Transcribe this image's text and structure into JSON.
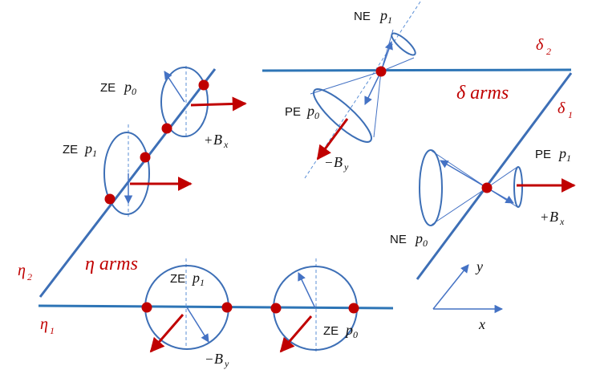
{
  "labels": {
    "delta_arms": "δ arms",
    "eta_arms": "η arms",
    "delta": "δ",
    "eta": "η",
    "sub1": "1",
    "sub2": "2",
    "ze": "ZE",
    "pe": "PE",
    "ne": "NE",
    "p": "p",
    "p0_sub": "0",
    "p1_sub": "1",
    "B": "B",
    "x_sub": "x",
    "y_sub": "y",
    "plus": "+",
    "minus": "−",
    "axis_x": "x",
    "axis_y": "y"
  },
  "colors": {
    "line": "#3d6fb6",
    "arrow_blue": "#4472c4",
    "arrow_red": "#c00000",
    "dot": "#c00000",
    "dashed": "#5b8fd6",
    "text_red": "#c00000"
  }
}
